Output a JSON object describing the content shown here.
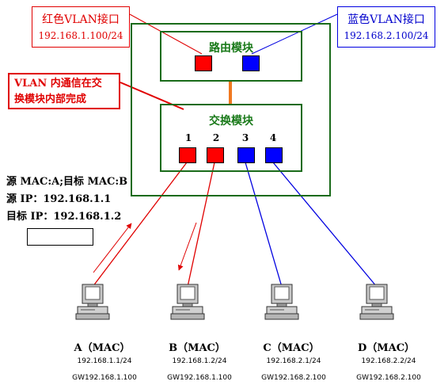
{
  "callouts": {
    "red": {
      "title": "红色VLAN接口",
      "ip": "192.168.1.100/24"
    },
    "blue": {
      "title": "蓝色VLAN接口",
      "ip": "192.168.2.100/24"
    }
  },
  "router_module": {
    "title": "路由模块"
  },
  "switch_module": {
    "title": "交换模块",
    "ports": [
      {
        "num": "1",
        "vlan": "red"
      },
      {
        "num": "2",
        "vlan": "red"
      },
      {
        "num": "3",
        "vlan": "blue"
      },
      {
        "num": "4",
        "vlan": "blue"
      }
    ]
  },
  "vlan_note": {
    "line1": "VLAN 内通信在交",
    "line2": "换模块内部完成"
  },
  "frame_info": {
    "src_mac": "源 MAC:A;目标 MAC:B",
    "src_ip": "源 IP：192.168.1.1",
    "dst_ip": "目标 IP：192.168.1.2"
  },
  "hosts": [
    {
      "label": "A（MAC）",
      "ip": "192.168.1.1/24",
      "gw": "GW192.168.1.100"
    },
    {
      "label": "B（MAC）",
      "ip": "192.168.1.2/24",
      "gw": "GW192.168.1.100"
    },
    {
      "label": "C（MAC）",
      "ip": "192.168.2.1/24",
      "gw": "GW192.168.2.100"
    },
    {
      "label": "D（MAC）",
      "ip": "192.168.2.2/24",
      "gw": "GW192.168.2.100"
    }
  ],
  "colors": {
    "red_vlan": "#ff0000",
    "blue_vlan": "#0000ff",
    "module_border": "#1a6b1a",
    "trunk_link": "#f07820"
  }
}
